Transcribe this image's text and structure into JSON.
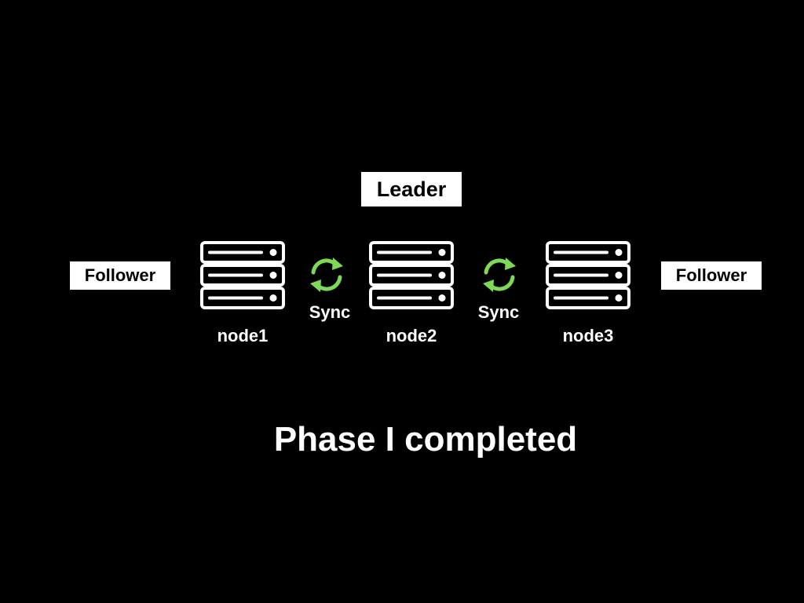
{
  "roles": {
    "leader": "Leader",
    "follower_left": "Follower",
    "follower_right": "Follower"
  },
  "nodes": [
    {
      "label": "node1"
    },
    {
      "label": "node2"
    },
    {
      "label": "node3"
    }
  ],
  "sync": {
    "left_label": "Sync",
    "right_label": "Sync",
    "icon": "sync-arrows-icon"
  },
  "icons": {
    "server": "server-rack-icon"
  },
  "caption": "Phase I completed",
  "colors": {
    "background": "#000000",
    "foreground": "#ffffff",
    "sync_arrows": "#7ed957"
  }
}
